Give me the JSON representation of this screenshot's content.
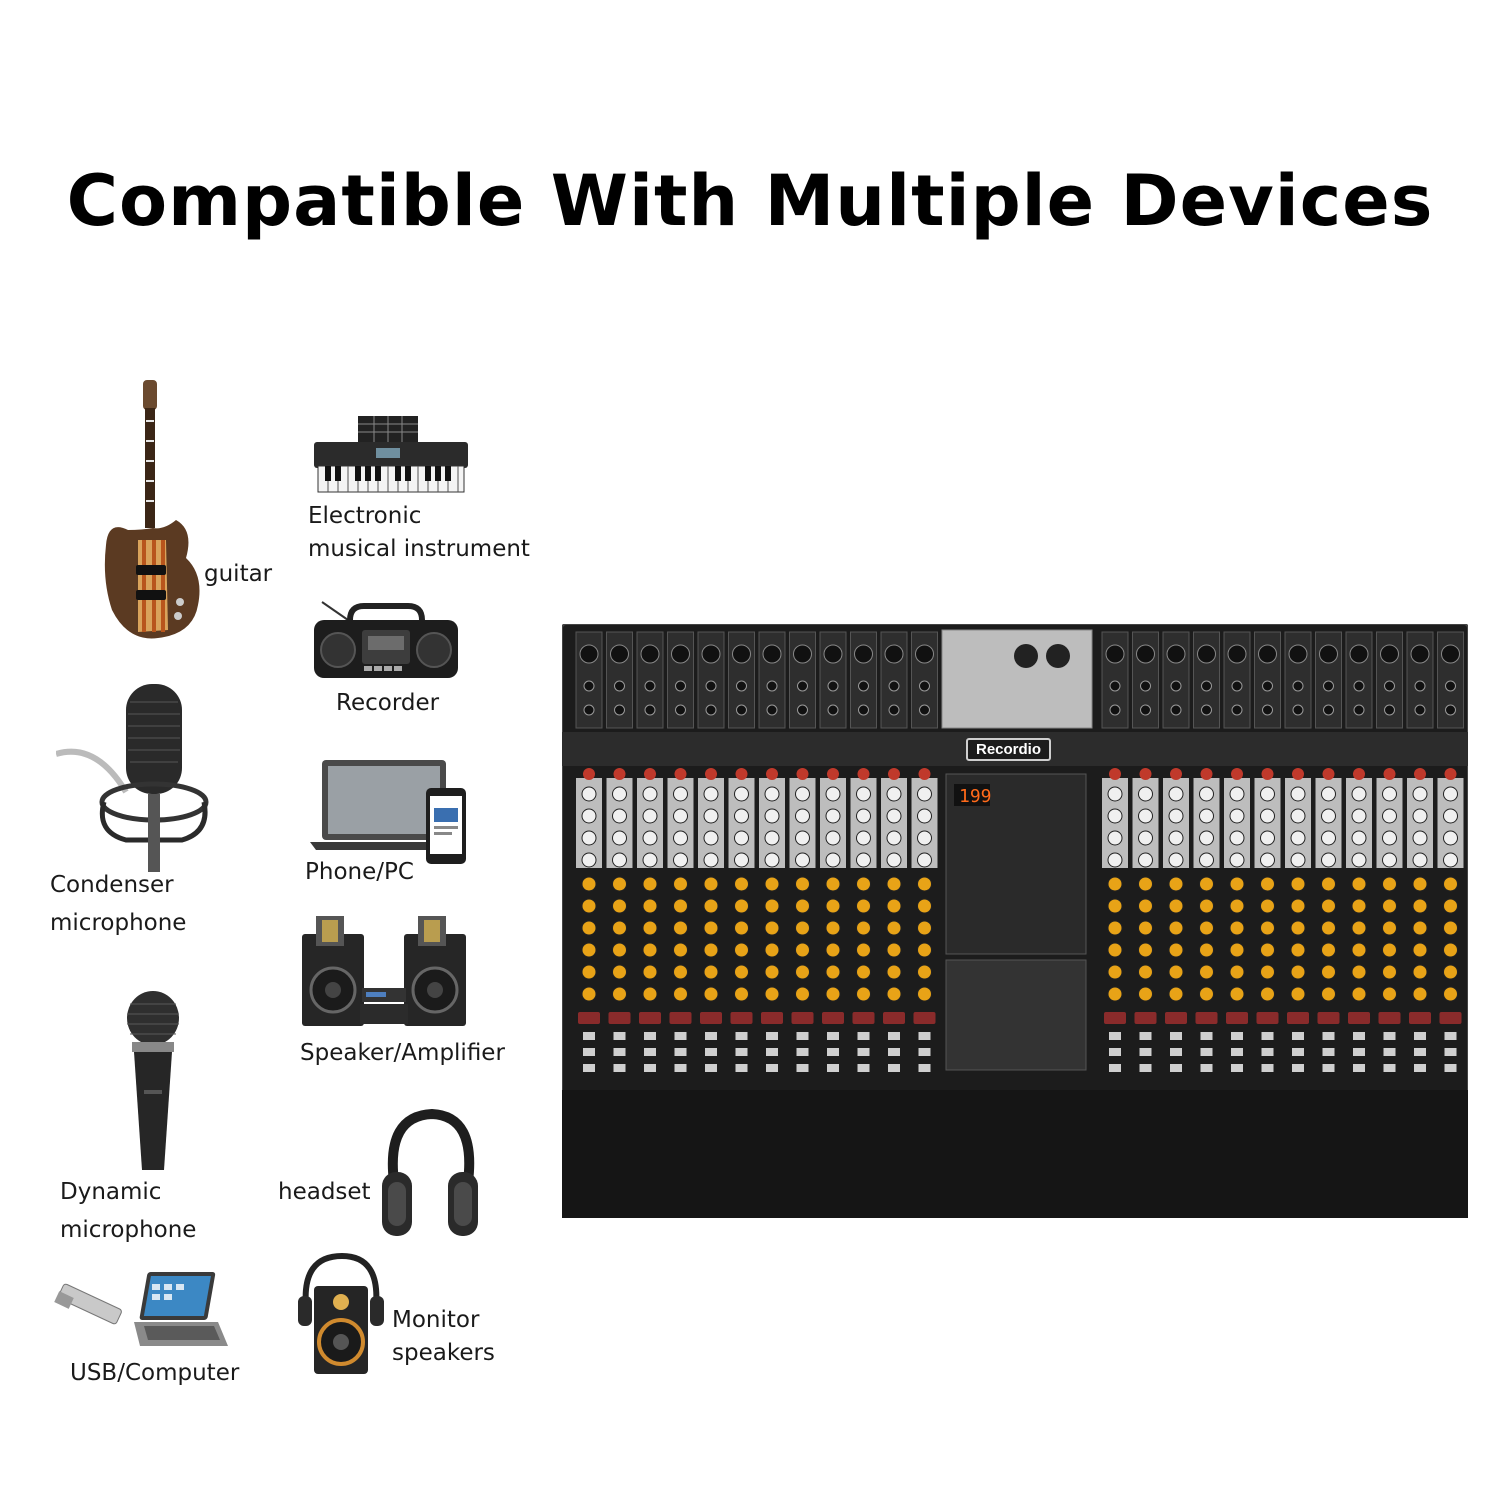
{
  "headline": "Compatible With Multiple Devices",
  "devices": {
    "guitar": {
      "label": "guitar",
      "icon": "electric-guitar-icon"
    },
    "keyboard": {
      "label_line1": "Electronic",
      "label_line2": "musical instrument",
      "icon": "electronic-keyboard-icon"
    },
    "recorder": {
      "label": "Recorder",
      "icon": "cassette-recorder-icon"
    },
    "condenser": {
      "label_line1": "Condenser",
      "label_line2": "microphone",
      "icon": "condenser-microphone-icon"
    },
    "phone_pc": {
      "label": "Phone/PC",
      "icon": "laptop-phone-icon"
    },
    "speaker": {
      "label": "Speaker/Amplifier",
      "icon": "speaker-amplifier-icon"
    },
    "dynamic": {
      "label_line1": "Dynamic",
      "label_line2": "microphone",
      "icon": "dynamic-microphone-icon"
    },
    "headset": {
      "label": "headset",
      "icon": "headphones-icon"
    },
    "usb": {
      "label": "USB/Computer",
      "icon": "usb-laptop-icon"
    },
    "monitor": {
      "label_line1": "Monitor",
      "label_line2": "speakers",
      "icon": "monitor-speaker-icon"
    }
  },
  "mixer": {
    "brand": "Recordio",
    "display_value": "199",
    "icon": "audio-mixer-icon"
  }
}
